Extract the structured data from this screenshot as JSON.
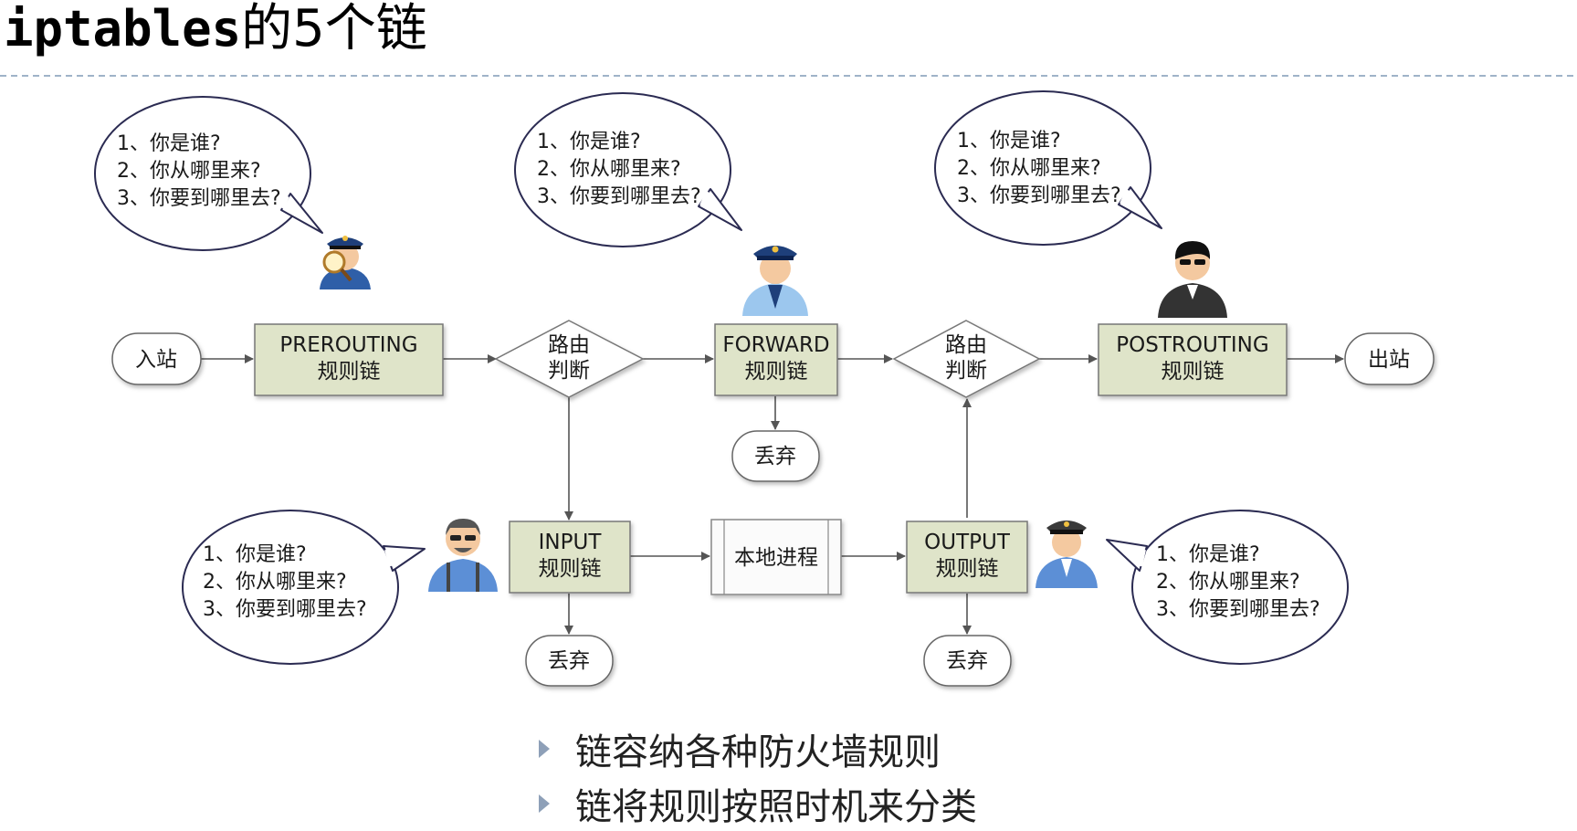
{
  "title": {
    "code": "iptables",
    "text": "的5个链"
  },
  "questions": [
    "1、你是谁?",
    "2、你从哪里来?",
    "3、你要到哪里去?"
  ],
  "nodes": {
    "in_station": "入站",
    "out_station": "出站",
    "prerouting": {
      "name": "PREROUTING",
      "sub": "规则链"
    },
    "forward": {
      "name": "FORWARD",
      "sub": "规则链"
    },
    "postrouting": {
      "name": "POSTROUTING",
      "sub": "规则链"
    },
    "input": {
      "name": "INPUT",
      "sub": "规则链"
    },
    "output": {
      "name": "OUTPUT",
      "sub": "规则链"
    },
    "route1": [
      "路由",
      "判断"
    ],
    "route2": [
      "路由",
      "判断"
    ],
    "local_process": "本地进程",
    "drop": "丢弃"
  },
  "bullets": [
    "链容纳各种防火墙规则",
    "链将规则按照时机来分类"
  ],
  "colors": {
    "box_fill": "#dfe4c9",
    "box_stroke": "#777777",
    "arrow": "#555555",
    "bubble_stroke": "#2b2b52",
    "divider": "#9fb3c8",
    "bullet": "#8ea0b8"
  }
}
